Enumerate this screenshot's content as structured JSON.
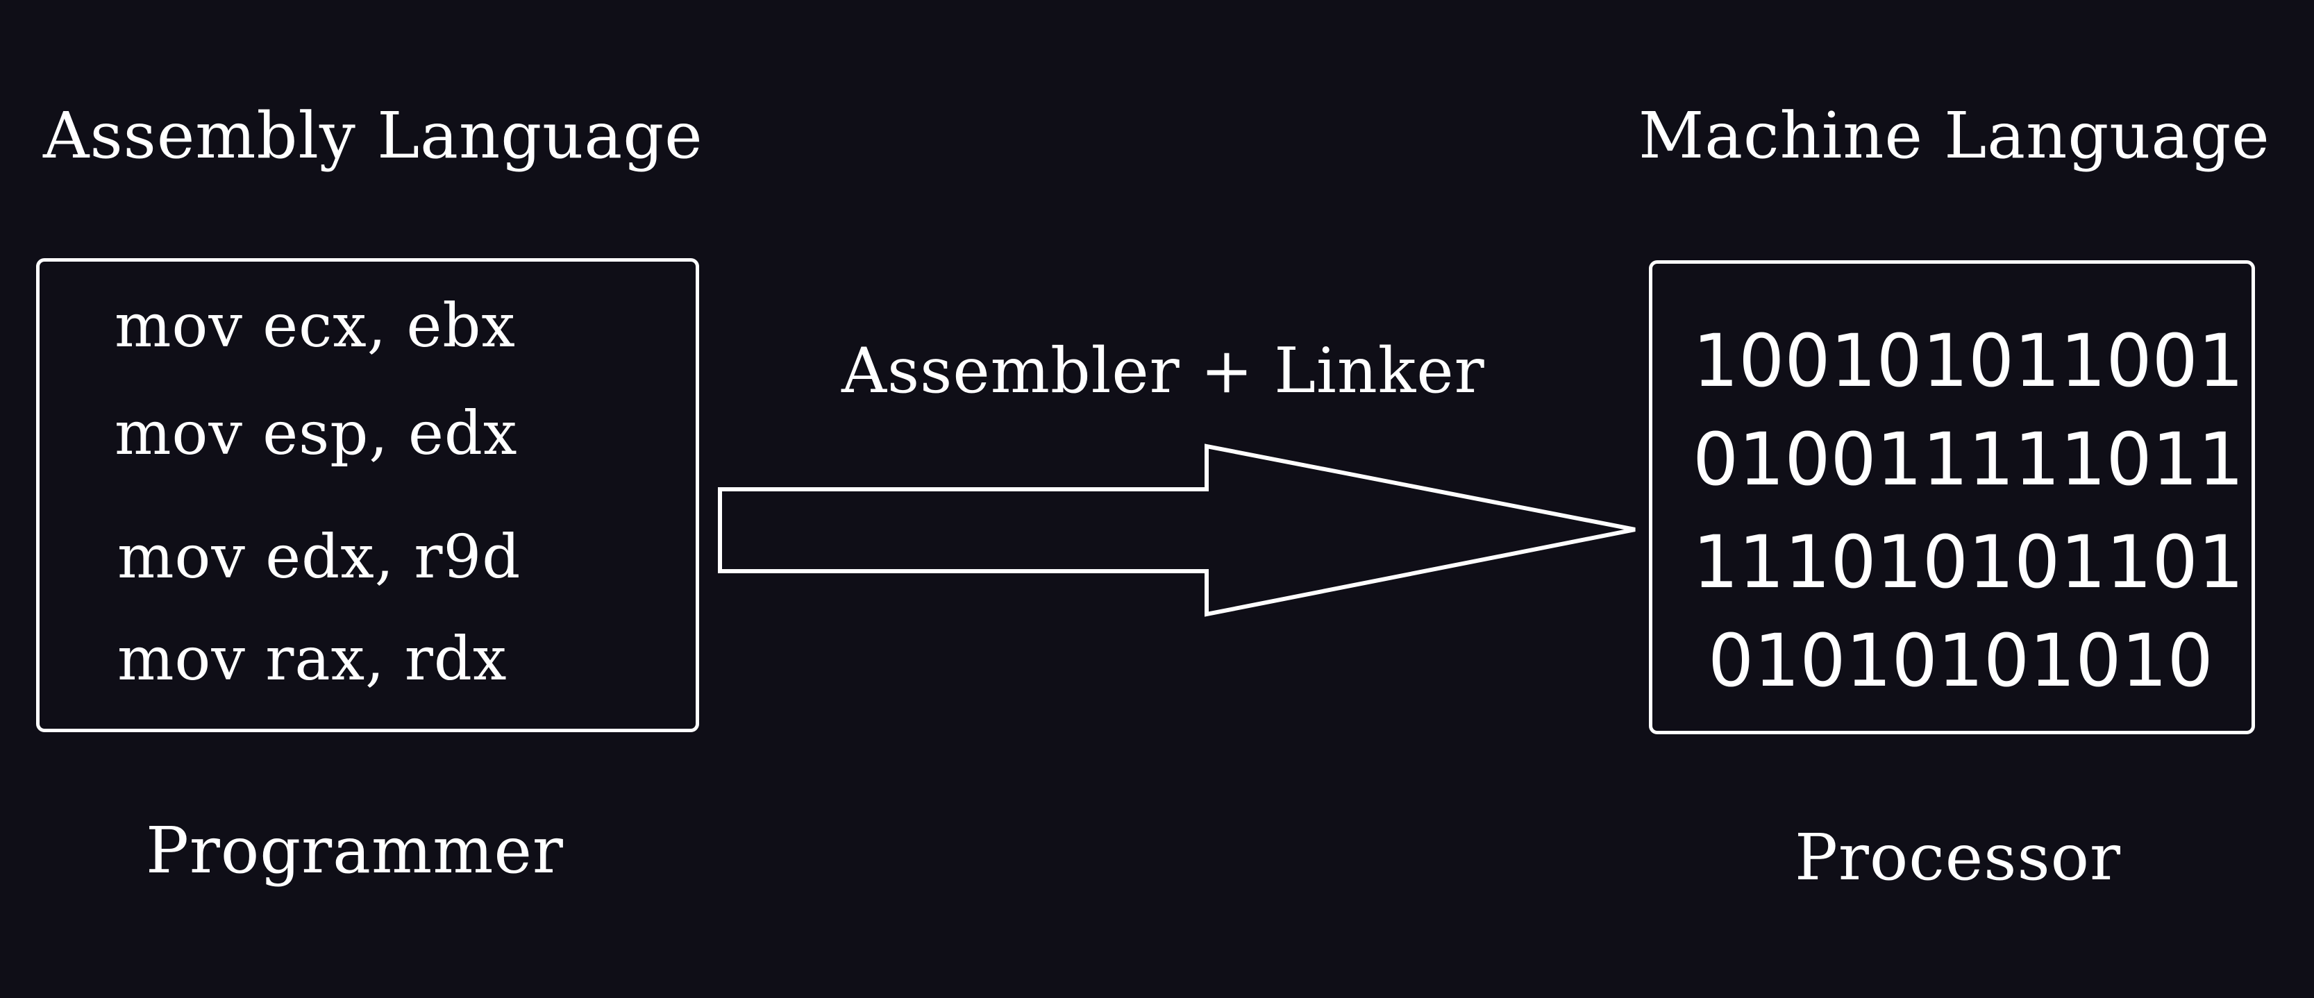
{
  "left": {
    "heading": "Assembly Language",
    "code_lines": [
      "mov ecx, ebx",
      "mov esp, edx",
      "mov edx, r9d",
      "mov rax, rdx"
    ],
    "footer": "Programmer"
  },
  "arrow": {
    "label": "Assembler + Linker"
  },
  "right": {
    "heading": "Machine Language",
    "binary_lines": [
      "100101011001",
      "010011111011",
      "111010101101",
      "01010101010"
    ],
    "footer": "Processor"
  },
  "colors": {
    "background": "#0f0e17",
    "foreground": "#ffffff"
  }
}
